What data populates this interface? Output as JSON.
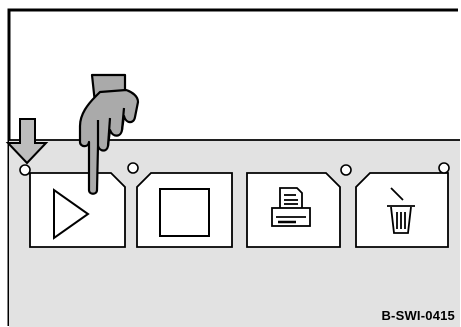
{
  "reference_code": "B-SWI-0415",
  "colors": {
    "panel": "#e2e2e2",
    "button": "#ffffff",
    "hand": "#aaaaaa",
    "stroke": "#000000"
  },
  "panel": {
    "buttons": [
      {
        "name": "play-button",
        "icon": "play-triangle-icon"
      },
      {
        "name": "stop-button",
        "icon": "stop-square-icon"
      },
      {
        "name": "print-button",
        "icon": "printer-icon"
      },
      {
        "name": "delete-button",
        "icon": "trash-icon"
      }
    ],
    "indicators": [
      "led-indicator-play",
      "led-indicator-stop",
      "led-indicator-print",
      "led-indicator-delete"
    ]
  },
  "callouts": {
    "arrow": "down-arrow-icon",
    "hand": "pointing-hand-icon"
  }
}
